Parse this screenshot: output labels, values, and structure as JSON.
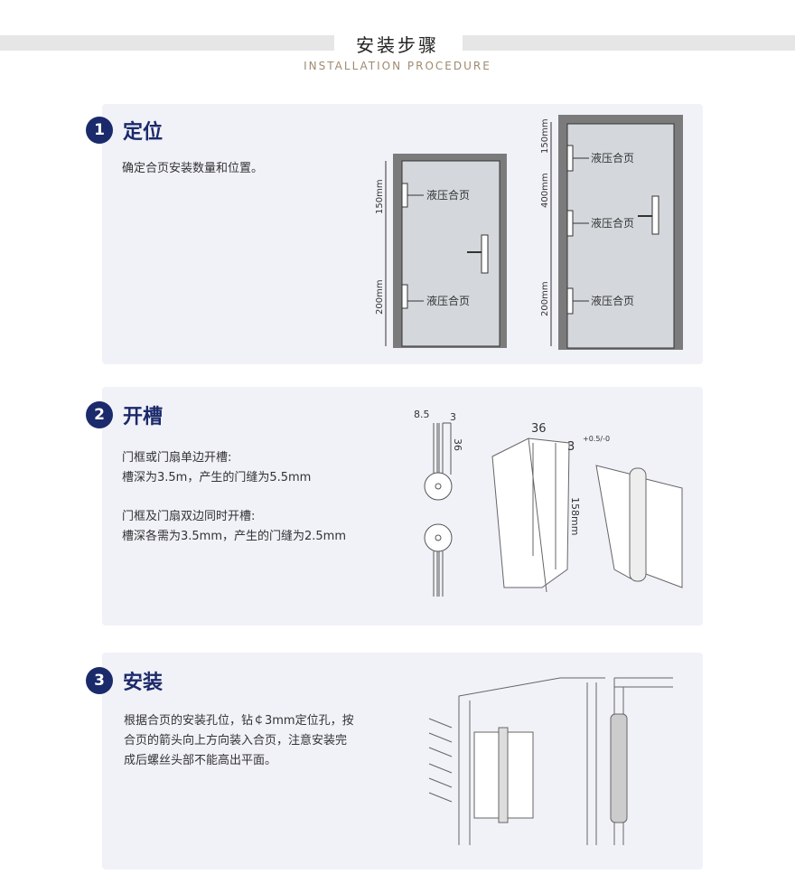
{
  "header": {
    "title": "安装步骤",
    "subtitle": "INSTALLATION PROCEDURE"
  },
  "steps": [
    {
      "number": "1",
      "title": "定位",
      "desc": "确定合页安装数量和位置。",
      "diagram": {
        "label": "液压合页",
        "dim_150": "150mm",
        "dim_200": "200mm",
        "dim_400": "400mm"
      }
    },
    {
      "number": "2",
      "title": "开槽",
      "desc1": "门框或门扇单边开槽:\n槽深为3.5m，产生的门缝为5.5mm",
      "desc2": "门框及门扇双边同时开槽:\n槽深各需为3.5mm，产生的门缝为2.5mm",
      "diagram": {
        "d85": "8.5",
        "d3": "3",
        "d36": "36",
        "w36": "36",
        "tol": "+0.5/-0",
        "w3": "3",
        "len": "158mm"
      }
    },
    {
      "number": "3",
      "title": "安装",
      "desc": "根据合页的安装孔位，钻￠3mm定位孔，按\n合页的箭头向上方向装入合页，注意安装完\n成后螺丝头部不能高出平面。"
    }
  ]
}
